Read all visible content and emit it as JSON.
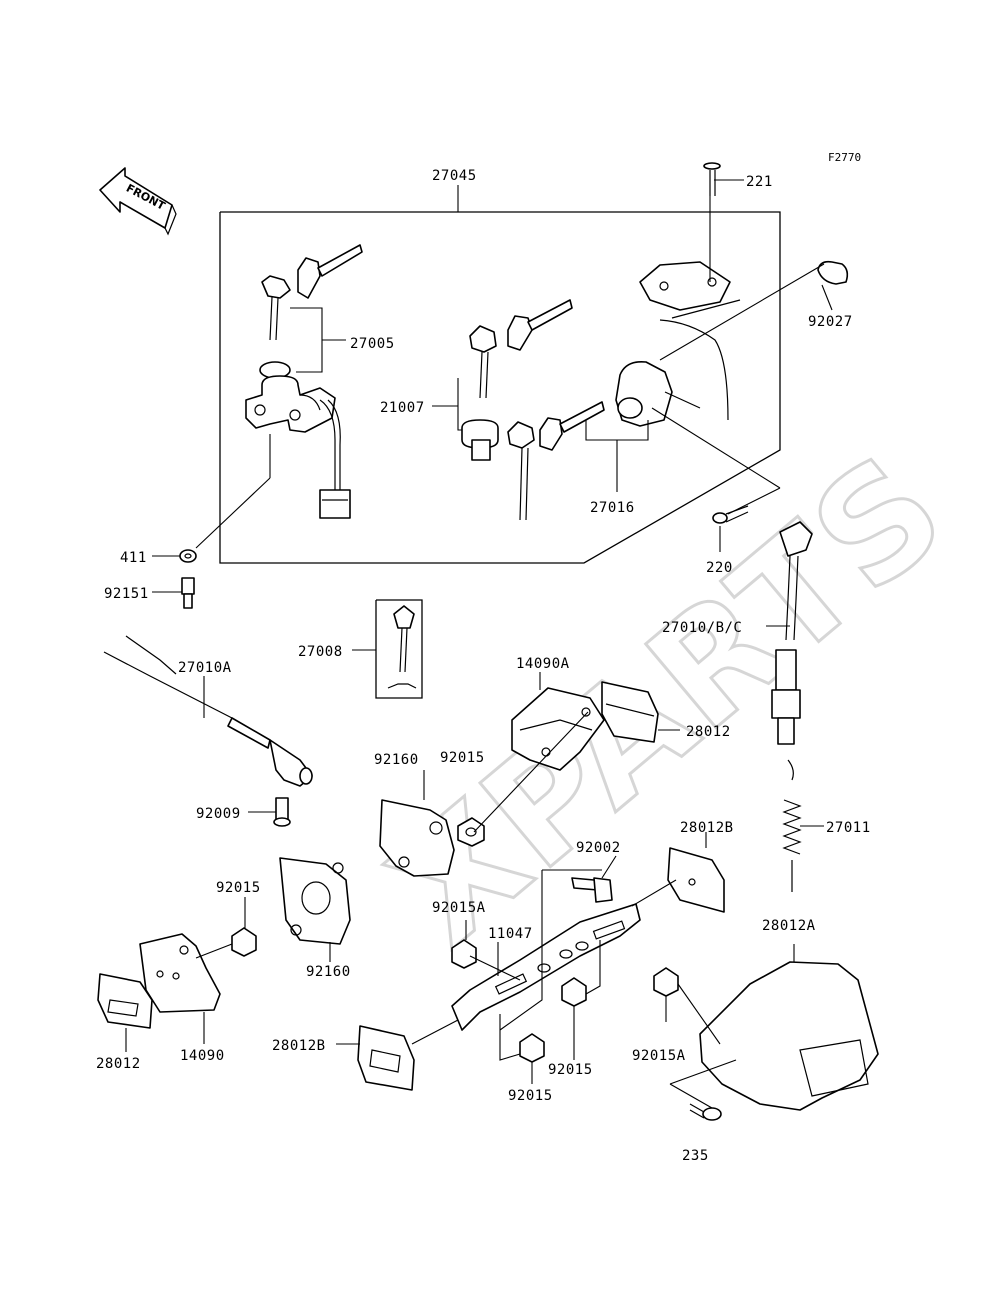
{
  "figure_code": "F2770",
  "front_label": "FRONT",
  "watermark": "XPARTS",
  "callouts": {
    "c27045": "27045",
    "c221": "221",
    "c92027": "92027",
    "c27005": "27005",
    "c21007": "21007",
    "c27016": "27016",
    "c411": "411",
    "c92151": "92151",
    "c220": "220",
    "c27008": "27008",
    "c27010A": "27010A",
    "c14090A": "14090A",
    "c27010BC": "27010/B/C",
    "c28012_r": "28012",
    "c92015_top": "92015",
    "c92160_top": "92160",
    "c92009": "92009",
    "c28012B_r": "28012B",
    "c92002": "92002",
    "c27011": "27011",
    "c92015_left": "92015",
    "c92015A_mid": "92015A",
    "c11047": "11047",
    "c28012A": "28012A",
    "c92160_bot": "92160",
    "c28012_l": "28012",
    "c14090": "14090",
    "c28012B_l": "28012B",
    "c92015_br": "92015",
    "c92015_bot": "92015",
    "c92015A_r": "92015A",
    "c235": "235"
  }
}
